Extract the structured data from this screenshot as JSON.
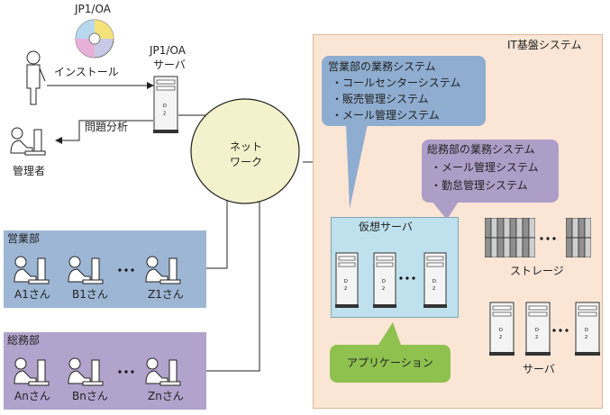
{
  "cd": {
    "label": "JP1/OA"
  },
  "server_top": {
    "label_line1": "JP1/OA",
    "label_line2": "サーバ"
  },
  "flows": {
    "install": "インストール",
    "analysis": "問題分析"
  },
  "admin": {
    "label": "管理者"
  },
  "network": {
    "line1": "ネット",
    "line2": "ワーク"
  },
  "departments": [
    {
      "name": "営業部",
      "color": "#9db6d4",
      "users": [
        "A1さん",
        "B1さん",
        "Z1さん"
      ]
    },
    {
      "name": "総務部",
      "color": "#b1a3cb",
      "users": [
        "Anさん",
        "Bnさん",
        "Znさん"
      ]
    }
  ],
  "it": {
    "title": "IT基盤システム",
    "sales_bubble": {
      "title": "営業部の業務システム",
      "items": [
        "・コールセンターシステム",
        "・販売管理システム",
        "・メール管理システム"
      ]
    },
    "general_bubble": {
      "title": "総務部の業務システム",
      "items": [
        "・メール管理システム",
        "・勤怠管理システム"
      ]
    },
    "virtual_server": "仮想サーバ",
    "storage": "ストレージ",
    "servers": "サーバ",
    "application": "アプリケーション"
  },
  "colors": {
    "it_bg": "#fbe6d6",
    "network": "#f4f2cc",
    "sales_bubble": "#8fadd0",
    "general_bubble": "#ad9ec8",
    "virtual_bg": "#bfe1ee",
    "app": "#8fc14f"
  },
  "icons": [
    "cd-icon",
    "person-icon",
    "admin-pc-icon",
    "server-icon",
    "storage-icon",
    "user-pc-icon"
  ]
}
